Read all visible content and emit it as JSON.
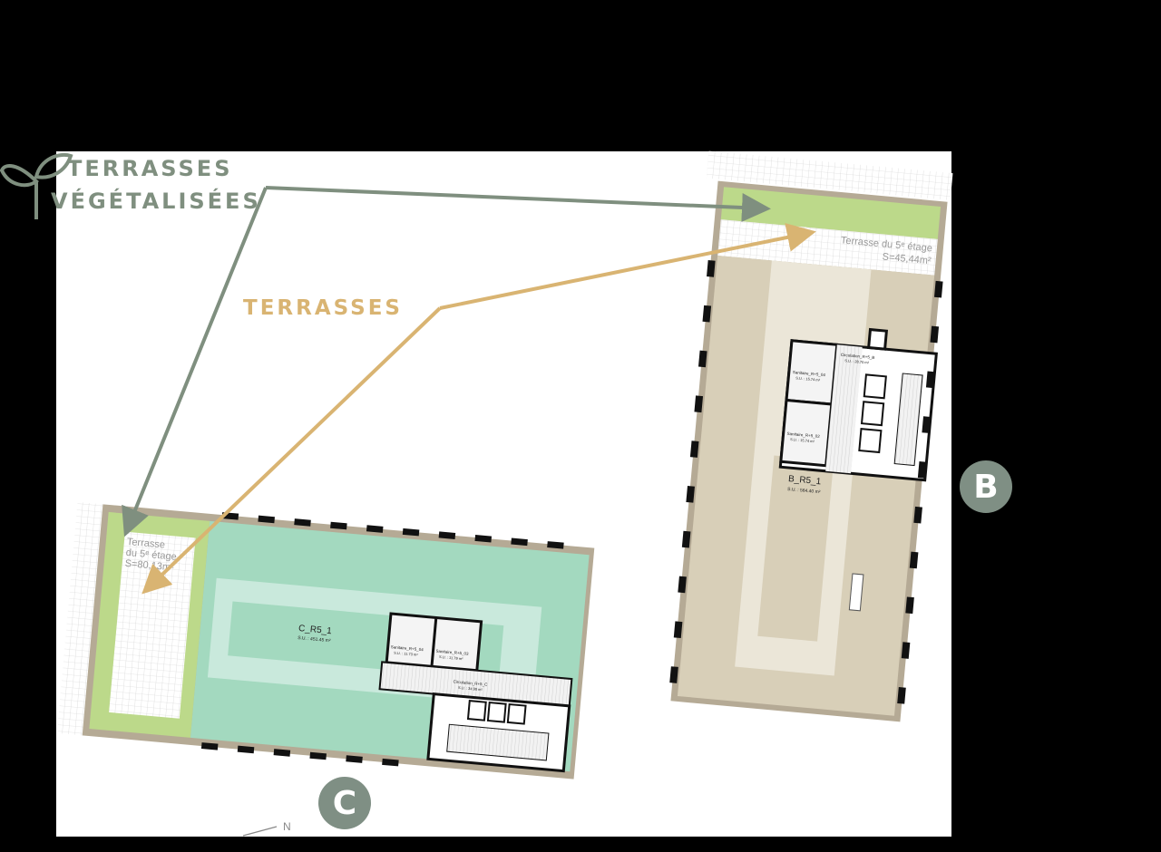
{
  "legend": {
    "green_roof_label_1": "TERRASSES",
    "green_roof_label_2": "VÉGÉTALISÉES",
    "terrace_label": "TERRASSES",
    "green_color": "#7f8f7f",
    "terrace_color": "#d9b472",
    "icon": "sprout-icon"
  },
  "building_b": {
    "badge": "B",
    "terrace_name": "Terrasse du 5ᵉ étage",
    "terrace_area": "S=45,44m²",
    "main_room": "B_R5_1",
    "main_area": "S.U. : 564.40 m²",
    "circulation": "Circulation_R+5_B",
    "circulation_area": "S.U. : 28.70 m²",
    "sanitary_1": "Sanitaire_R+5_04",
    "sanitary_1_area": "S.U. : 15.74 m²",
    "sanitary_2": "Sanitaire_R+5_02",
    "sanitary_2_area": "S.U. : 15.74 m²",
    "floor_color": "#d8cfb8"
  },
  "building_c": {
    "badge": "C",
    "terrace_name_1": "Terrasse",
    "terrace_name_2": "du 5ᵉ étage",
    "terrace_area": "S=80,13m²",
    "main_room": "C_R5_1",
    "main_area": "S.U. : 451.45 m²",
    "circulation": "Circulation_R+5_C",
    "circulation_area": "S.U. : 34.90 m²",
    "sanitary_1": "Sanitaire_R+5_04",
    "sanitary_1_area": "S.U. : 11.73 m²",
    "sanitary_2": "Sanitaire_R+5_03",
    "sanitary_2_area": "S.U. : 11.79 m²",
    "floor_color": "#a3d9bf"
  },
  "compass": {
    "north_label": "N",
    "icon": "north-arrow-icon"
  }
}
